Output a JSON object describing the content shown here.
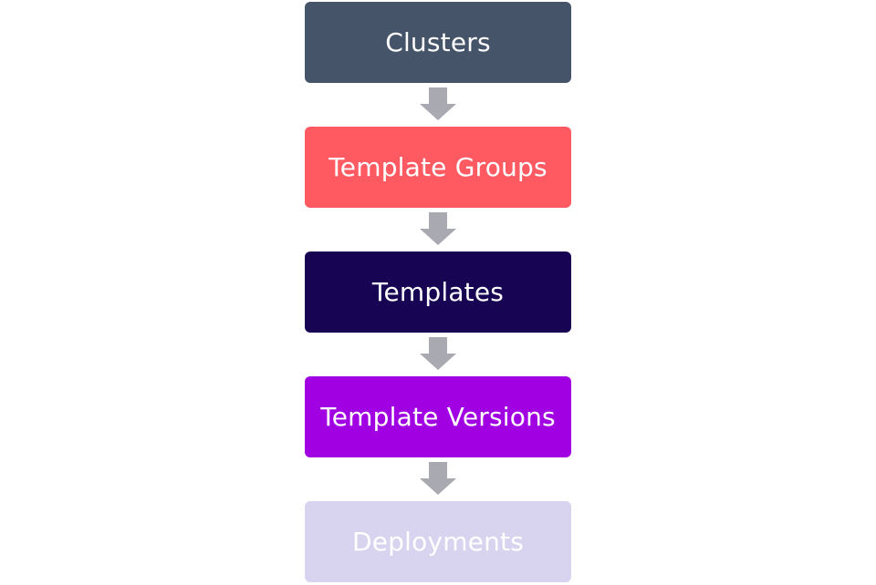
{
  "diagram": {
    "steps": [
      {
        "label": "Clusters",
        "color": "#46546a"
      },
      {
        "label": "Template Groups",
        "color": "#ff5a62"
      },
      {
        "label": "Templates",
        "color": "#170554"
      },
      {
        "label": "Template Versions",
        "color": "#a100e3"
      },
      {
        "label": "Deployments",
        "color": "#d8d3ef"
      }
    ],
    "arrow_color": "#a9a9b2"
  }
}
